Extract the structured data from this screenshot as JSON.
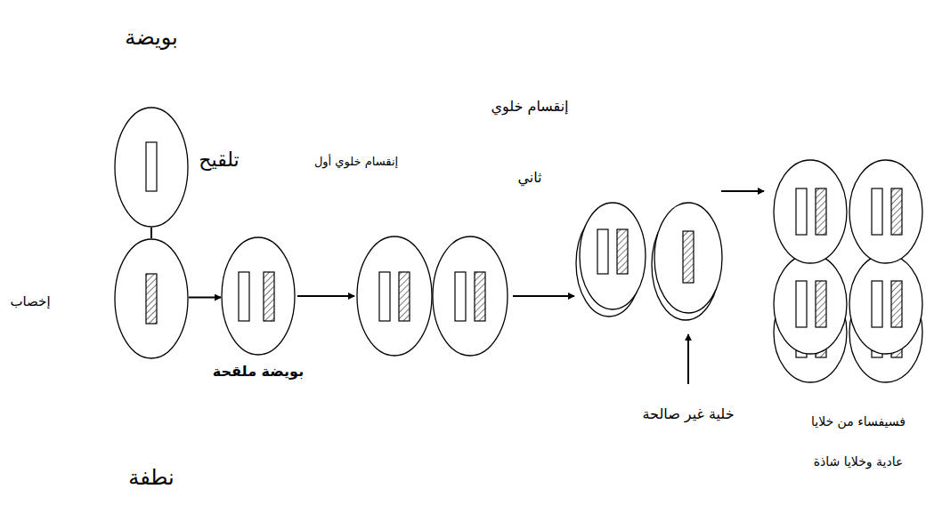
{
  "diagram": {
    "nodes": [
      {
        "text": [
          "بويضة"
        ]
      },
      {
        "text": [
          "نطفة"
        ]
      },
      {
        "text": [
          "بويضة ملقحة"
        ]
      }
    ],
    "edges": [
      {
        "from": 0,
        "to": 1,
        "arrow": "none"
      },
      {
        "from": 1,
        "to": 2,
        "arrow": "to"
      }
    ],
    "labels": [
      "تلقيح",
      "إخصاب",
      "إنقسام خلوي أول",
      "إنقسام خلوي ثاني",
      "خلية غير صالحة",
      "فسيفساء من خلايا عادية وخلايا شاذة"
    ]
  }
}
